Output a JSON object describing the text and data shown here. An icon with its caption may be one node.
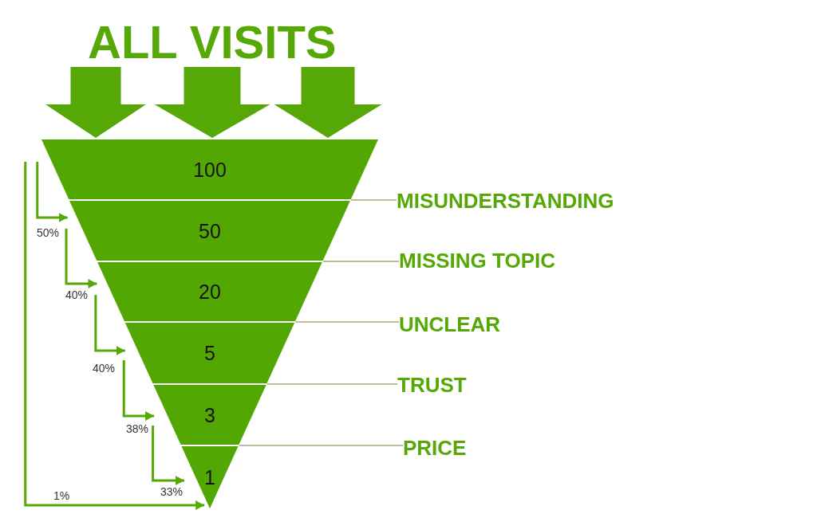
{
  "diagram": {
    "nodes": [
      {
        "text": [
          "ALL VISITS"
        ]
      },
      {
        "text": [
          "100"
        ]
      },
      {
        "text": [
          "50"
        ]
      },
      {
        "text": [
          "20"
        ]
      },
      {
        "text": [
          "5"
        ]
      },
      {
        "text": [
          "3"
        ]
      },
      {
        "text": [
          "1"
        ]
      },
      {
        "text": [
          "MISUNDERSTANDING"
        ]
      },
      {
        "text": [
          "MISSING TOPIC"
        ]
      },
      {
        "text": [
          "UNCLEAR"
        ]
      },
      {
        "text": [
          "TRUST"
        ]
      },
      {
        "text": [
          "PRICE"
        ]
      }
    ],
    "edges": [
      {
        "from": 0,
        "to": 1,
        "arrow": "to",
        "style": "thick"
      },
      {
        "from": 0,
        "to": 1,
        "arrow": "to",
        "style": "thick"
      },
      {
        "from": 0,
        "to": 1,
        "arrow": "to",
        "style": "thick"
      },
      {
        "from": 1,
        "to": 2,
        "arrow": "to",
        "label": "50%"
      },
      {
        "from": 2,
        "to": 3,
        "arrow": "to",
        "label": "40%"
      },
      {
        "from": 3,
        "to": 4,
        "arrow": "to",
        "label": "40%"
      },
      {
        "from": 4,
        "to": 5,
        "arrow": "to",
        "label": "38%"
      },
      {
        "from": 5,
        "to": 6,
        "arrow": "to",
        "label": "33%"
      },
      {
        "from": 1,
        "to": 6,
        "arrow": "to",
        "label": "1%"
      },
      {
        "from": 7,
        "to": 2,
        "arrow": "none",
        "color": "#a5aa80"
      },
      {
        "from": 8,
        "to": 3,
        "arrow": "none",
        "color": "#a5aa80"
      },
      {
        "from": 9,
        "to": 4,
        "arrow": "none",
        "color": "#a5aa80"
      },
      {
        "from": 10,
        "to": 5,
        "arrow": "none",
        "color": "#a5aa80"
      },
      {
        "from": 11,
        "to": 6,
        "arrow": "none",
        "color": "#a5aa80"
      }
    ]
  }
}
